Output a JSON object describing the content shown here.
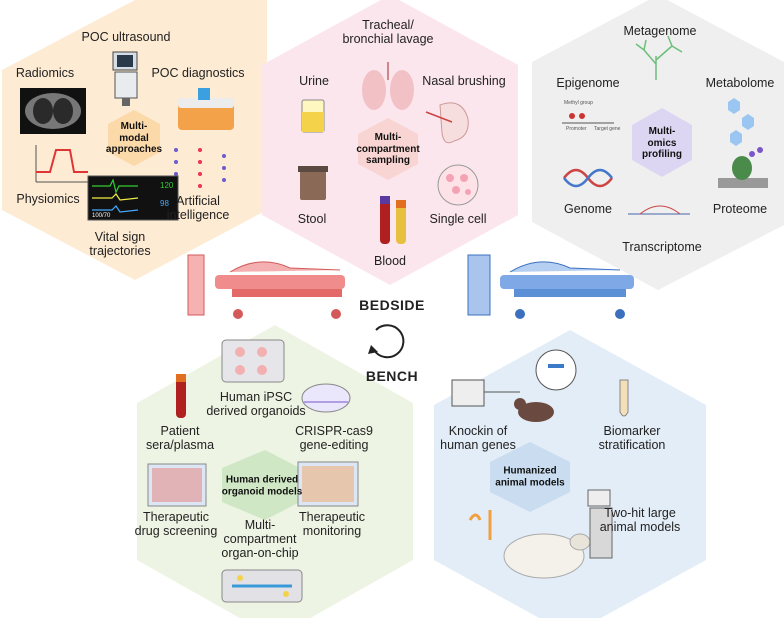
{
  "center": {
    "top": "BEDSIDE",
    "bottom": "BENCH",
    "cycle_icon": "cycle-arrow-icon"
  },
  "panels": {
    "multimodal": {
      "core": "Multi-\nmodal\napproaches",
      "items": {
        "poc_ultrasound": "POC ultrasound",
        "radiomics": "Radiomics",
        "poc_diagnostics": "POC diagnostics",
        "physiomics": "Physiomics",
        "artificial_intelligence": "Artificial\nintelligence",
        "vital_sign": "Vital sign\ntrajectories"
      },
      "monitor_values": {
        "hr": "120",
        "spo2": "98",
        "bp": "100/70"
      }
    },
    "sampling": {
      "core": "Multi-\ncompartment\nsampling",
      "items": {
        "tracheal": "Tracheal/\nbronchial lavage",
        "urine": "Urine",
        "nasal": "Nasal brushing",
        "stool": "Stool",
        "single_cell": "Single cell",
        "blood": "Blood"
      }
    },
    "omics": {
      "core": "Multi-\nomics\nprofiling",
      "items": {
        "metagenome": "Metagenome",
        "epigenome": "Epigenome",
        "metabolome": "Metabolome",
        "genome": "Genome",
        "proteome": "Proteome",
        "transcriptome": "Transcriptome"
      },
      "small_labels": {
        "methyl": "Methyl group",
        "promoter": "Promoter",
        "target": "Target gene"
      }
    },
    "organoid": {
      "core": "Human derived\norganoid models",
      "items": {
        "ipsc": "Human iPSC\nderived organoids",
        "sera": "Patient\nsera/plasma",
        "crispr": "CRISPR-cas9\ngene-editing",
        "drug": "Therapeutic\ndrug screening",
        "monitoring": "Therapeutic\nmonitoring",
        "organ_chip": "Multi-\ncompartment\norgan-on-chip"
      }
    },
    "animal": {
      "core": "Humanized\nanimal models",
      "items": {
        "knockin": "Knockin of\nhuman genes",
        "biomarker": "Biomarker\nstratification",
        "two_hit": "Two-hit large\nanimal models"
      }
    }
  },
  "colors": {
    "orange_hex": "#fdebd3",
    "orange_core": "#fcd9a8",
    "pink_hex": "#fce6ee",
    "pink_core": "#f8d5d2",
    "gray_hex": "#efefef",
    "purple_core": "#ddd6f3",
    "green_hex": "#eef4e4",
    "green_core": "#cfe7c4",
    "blue_hex": "#e3edf7",
    "blue_core": "#c9dcf0",
    "red_bed": "#e46a6a",
    "blue_bed": "#5b8fd6"
  }
}
